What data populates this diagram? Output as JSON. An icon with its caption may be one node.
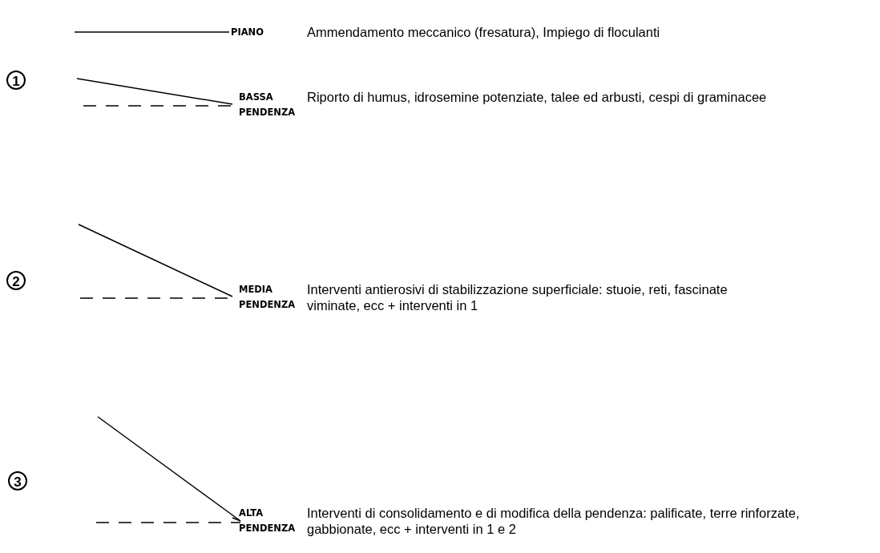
{
  "diagram": {
    "labels": [
      "PIANO",
      "Ammendamento meccanico (fresatura), Impiego di floculanti",
      "1",
      "BASSA PENDENZA",
      "Riporto di humus, idrosemine potenziate, talee ed arbusti, cespi di graminacee",
      "2",
      "MEDIA PENDENZA",
      "Interventi antierosivi di stabilizzazione superficiale: stuoie, reti, fascinate viminate, ecc + interventi in 1",
      "3",
      "ALTA PENDENZA",
      "Interventi di consolidamento e di modifica della pendenza: palificate, terre rinforzate, gabbionate, ecc + interventi in 1 e 2"
    ]
  }
}
